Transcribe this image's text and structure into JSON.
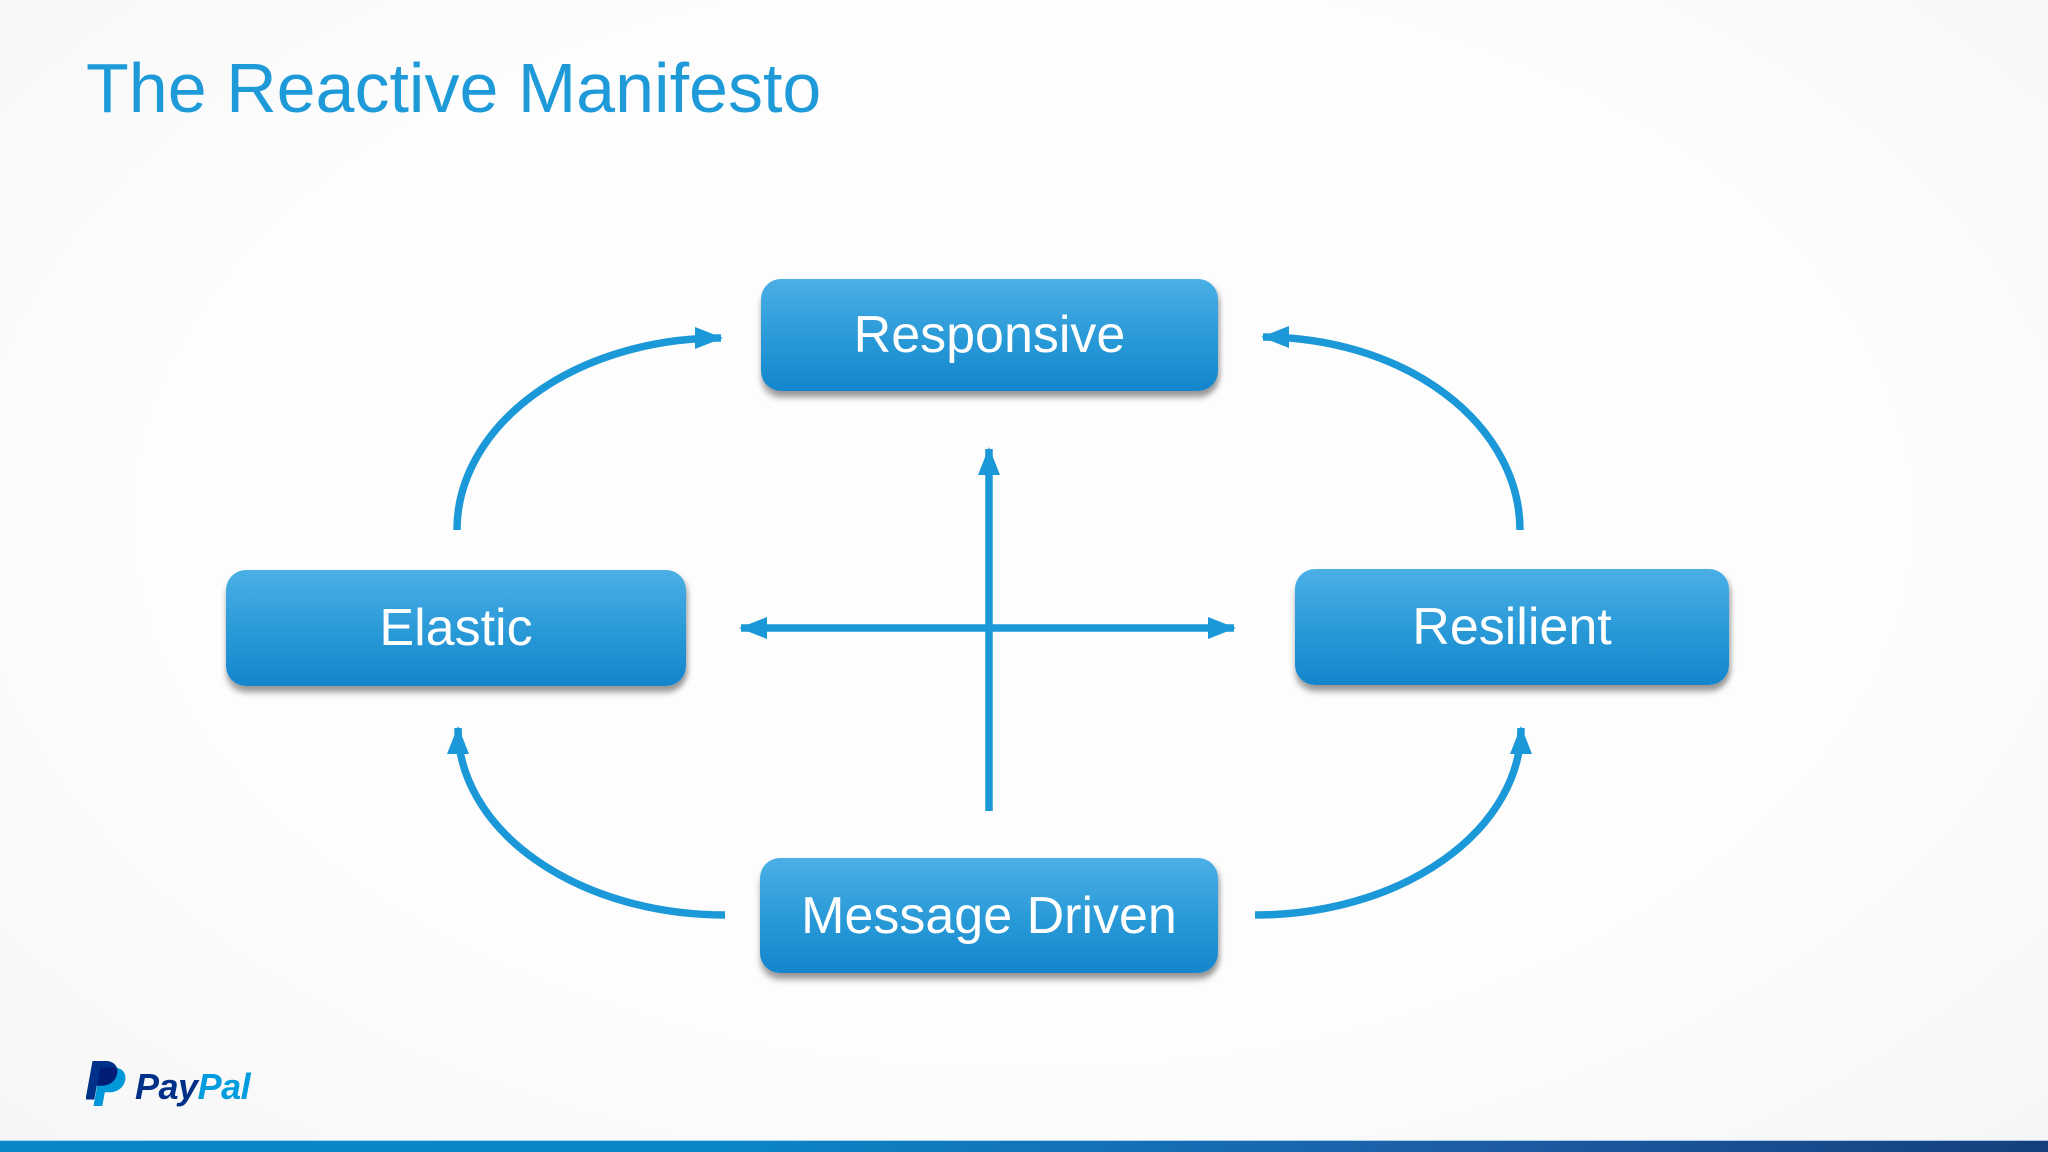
{
  "slide": {
    "title": "The Reactive Manifesto"
  },
  "diagram": {
    "nodes": [
      {
        "id": "responsive",
        "label": "Responsive"
      },
      {
        "id": "elastic",
        "label": "Elastic"
      },
      {
        "id": "resilient",
        "label": "Resilient"
      },
      {
        "id": "message_driven",
        "label": "Message Driven"
      }
    ],
    "arrows": [
      {
        "from": "elastic",
        "to": "responsive",
        "style": "curved"
      },
      {
        "from": "resilient",
        "to": "responsive",
        "style": "curved"
      },
      {
        "from": "message_driven",
        "to": "elastic",
        "style": "curved"
      },
      {
        "from": "message_driven",
        "to": "resilient",
        "style": "curved"
      },
      {
        "from": "message_driven",
        "to": "responsive",
        "style": "straight-up"
      },
      {
        "from": "center",
        "to": "elastic-and-resilient",
        "style": "straight-double-headed"
      }
    ]
  },
  "footer": {
    "logo_text_1": "Pay",
    "logo_text_2": "Pal"
  },
  "colors": {
    "title-blue": "#1f9ad8",
    "node-top": "#4bafe6",
    "node-bottom": "#1485cd",
    "node-text": "#ffffff",
    "arrow-blue": "#1b98d8",
    "paypal-dark": "#003087",
    "paypal-light": "#009cde",
    "bar-left": "#0b86c8",
    "bar-right": "#153f7d",
    "background": "#fcfcfc"
  }
}
